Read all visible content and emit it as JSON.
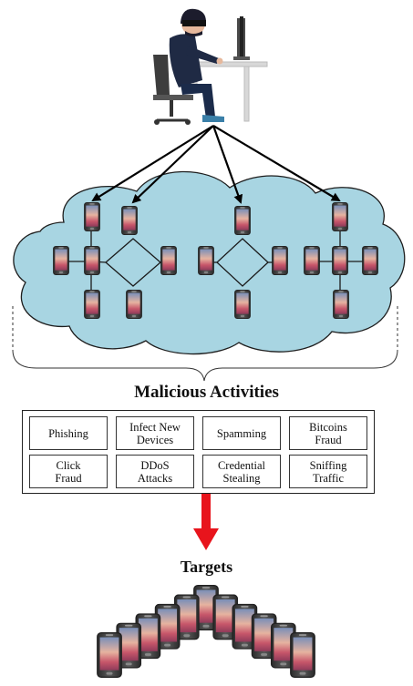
{
  "headings": {
    "malicious_activities": "Malicious Activities",
    "targets": "Targets"
  },
  "activities": [
    [
      "Phishing",
      "Infect New\nDevices",
      "Spamming",
      "Bitcoins\nFraud"
    ],
    [
      "Click\nFraud",
      "DDoS\nAttacks",
      "Credential\nStealing",
      "Sniffing\nTraffic"
    ]
  ],
  "colors": {
    "cloud_fill": "#a8d5e2",
    "cloud_stroke": "#1e1e1e",
    "arrow_black": "#000000",
    "arrow_red": "#e8141c",
    "phone_body": "#3b3b3b",
    "phone_screen_top": "#7a8fb8",
    "phone_screen_mid": "#d99a86",
    "phone_screen_bottom": "#c7566a"
  },
  "icons": {
    "attacker": "hacker-at-computer-icon",
    "device": "smartphone-icon"
  }
}
